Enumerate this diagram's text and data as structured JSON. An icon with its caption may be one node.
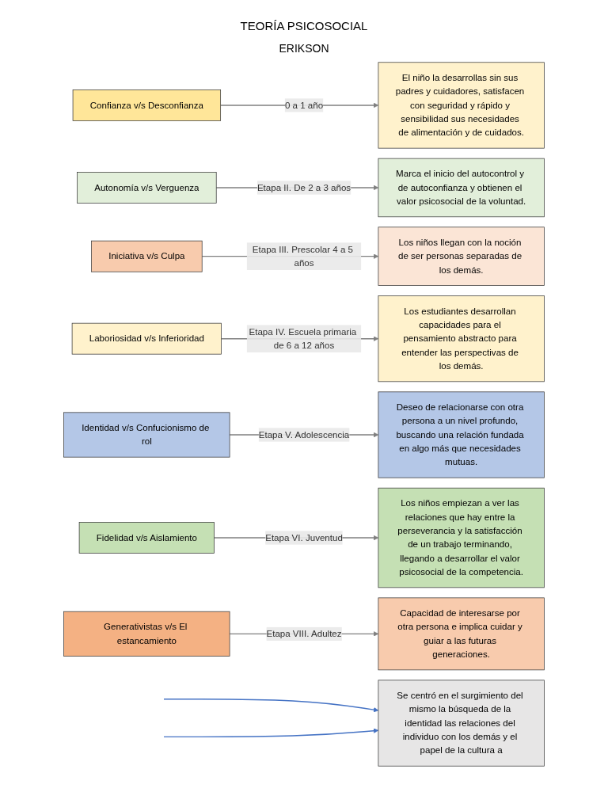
{
  "diagram": {
    "title": "TEORÍA PSICOSOCIAL",
    "nodes": [
      {
        "text": [
          "Se centró en el surgimiento del mismo la búsqueda de la identidad las relaciones del individuo con los demás y el papel de la cultura a"
        ]
      },
      {
        "text": [
          "Confianza v/s Desconfianza"
        ]
      },
      {
        "text": [
          "El niño la desarrollas sin sus padres y cuidadores, satisfacen con seguridad y rápido y sensibilidad sus necesidades de alimentación y de cuidados."
        ]
      },
      {
        "text": [
          "Autonomía v/s Verguenza"
        ]
      },
      {
        "text": [
          "Marca el inicio del autocontrol y de autoconfianza y obtienen el valor psicosocial de la voluntad."
        ]
      },
      {
        "text": [
          "Iniciativa v/s Culpa"
        ]
      },
      {
        "text": [
          "Los niños llegan con la noción de ser personas separadas de los demás."
        ]
      },
      {
        "text": [
          "Laboriosidad v/s Inferioridad"
        ]
      },
      {
        "text": [
          "Los estudiantes desarrollan capacidades para el pensamiento abstracto para entender las perspectivas de los demás."
        ]
      },
      {
        "text": [
          "Identidad v/s Confucionismo de rol"
        ]
      },
      {
        "text": [
          "Deseo de relacionarse con otra persona a un nivel profundo, buscando una relación fundada en algo más que necesidades mutuas."
        ]
      },
      {
        "text": [
          "Fidelidad v/s Aislamiento"
        ]
      },
      {
        "text": [
          "Los niños empiezan a ver las relaciones que hay entre la perseverancia y la satisfacción de un trabajo terminando, llegando a desarrollar el valor psicosocial de la competencia."
        ]
      },
      {
        "text": [
          "Generativistas v/s El estancamiento"
        ]
      },
      {
        "text": [
          "Capacidad de interesarse por otra persona e implica cuidar y guiar a las futuras generaciones."
        ]
      }
    ],
    "edges": [
      {
        "from": null,
        "to": 0,
        "arrow": "to",
        "color": "#4472c4"
      },
      {
        "from": null,
        "to": 0,
        "arrow": "to",
        "color": "#4472c4"
      },
      {
        "from": 1,
        "to": 2,
        "arrow": "to",
        "label": "0 a 1 año"
      },
      {
        "from": 3,
        "to": 4,
        "arrow": "to",
        "label": "Etapa II. De 2 a 3 años"
      },
      {
        "from": 5,
        "to": 6,
        "arrow": "to",
        "label": "Etapa III. Prescolar 4 a 5 años"
      },
      {
        "from": 7,
        "to": 8,
        "arrow": "to",
        "label": "Etapa IV. Escuela primaria de 6 a 12 años"
      },
      {
        "from": 9,
        "to": 10,
        "arrow": "to",
        "label": "Etapa V. Adolescencia"
      },
      {
        "from": 11,
        "to": 12,
        "arrow": "to",
        "label": "Etapa VI. Juventud"
      },
      {
        "from": 13,
        "to": 14,
        "arrow": "to",
        "label": "Etapa VIII. Adultez"
      }
    ],
    "labels": [
      "ERIKSON"
    ]
  }
}
